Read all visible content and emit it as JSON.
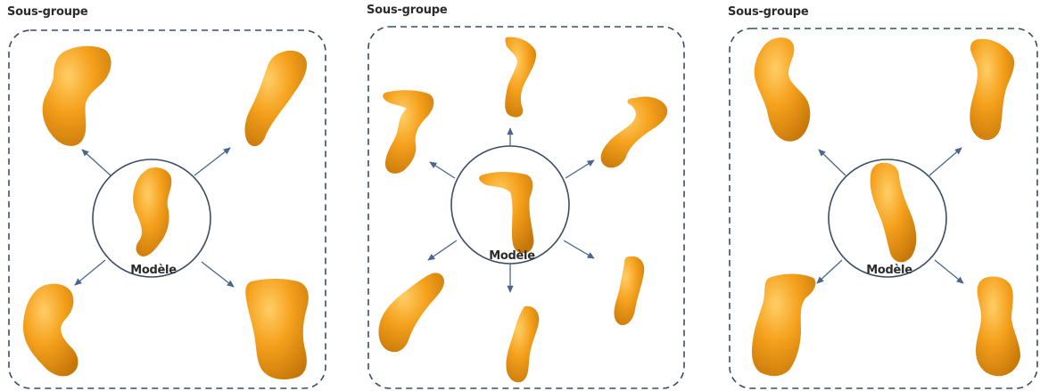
{
  "groups": [
    {
      "title": "Sous-groupe",
      "center_label": "Modèle"
    },
    {
      "title": "Sous-groupe",
      "center_label": "Modèle"
    },
    {
      "title": "Sous-groupe",
      "center_label": "Modèle"
    }
  ],
  "colors": {
    "shape_fill": "#f5a11d",
    "shape_shadow": "#c9780a",
    "shape_highlight": "#ffc85a",
    "frame_stroke": "#3c4d63",
    "arrow": "#4a6690"
  }
}
